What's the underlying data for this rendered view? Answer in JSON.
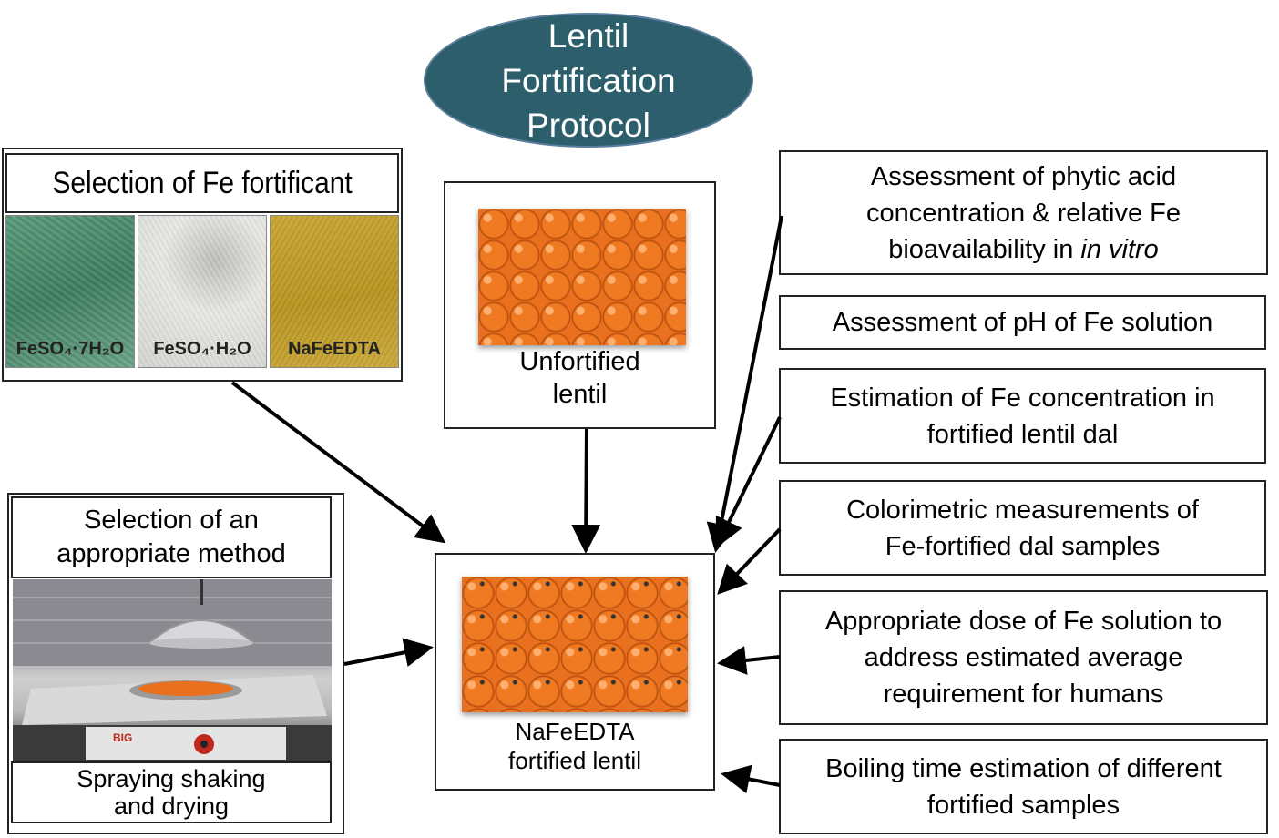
{
  "title": {
    "line1": "Lentil",
    "line2": "Fortification",
    "line3": "Protocol"
  },
  "fortificant": {
    "header": "Selection of Fe fortificant",
    "swatches": [
      {
        "label": "FeSO₄·7H₂O",
        "color": "#4f8f6e"
      },
      {
        "label": "FeSO₄·H₂O",
        "color": "#dcdcd8"
      },
      {
        "label": "NaFeEDTA",
        "color": "#c09c2a"
      }
    ]
  },
  "unfortified": {
    "line1": "Unfortified",
    "line2": "lentil"
  },
  "fortified": {
    "line1": "NaFeEDTA",
    "line2": "fortified lentil"
  },
  "method": {
    "header_line1": "Selection of an",
    "header_line2": "appropriate method",
    "footer_line1": "Spraying shaking",
    "footer_line2": "and drying",
    "device_brand": "BIG"
  },
  "assessments": {
    "phytic": {
      "line1": "Assessment of phytic acid",
      "line2": "concentration & relative Fe",
      "line3_prefix": "bioavailability in ",
      "line3_italic": "in vitro"
    },
    "ph": {
      "line1": "Assessment of pH of Fe solution"
    },
    "conc": {
      "line1": "Estimation of Fe concentration in",
      "line2": "fortified lentil dal"
    },
    "color": {
      "line1": "Colorimetric measurements of",
      "line2": "Fe-fortified dal samples"
    },
    "dose": {
      "line1": "Appropriate dose of Fe solution to",
      "line2": "address estimated average",
      "line3": "requirement for humans"
    },
    "boil": {
      "line1": "Boiling time estimation of different",
      "line2": "fortified samples"
    }
  },
  "colors": {
    "title_fill": "#2c5f6b",
    "title_border": "#5b7fa0",
    "lentil": "#e8701f",
    "arrow": "#000000"
  }
}
